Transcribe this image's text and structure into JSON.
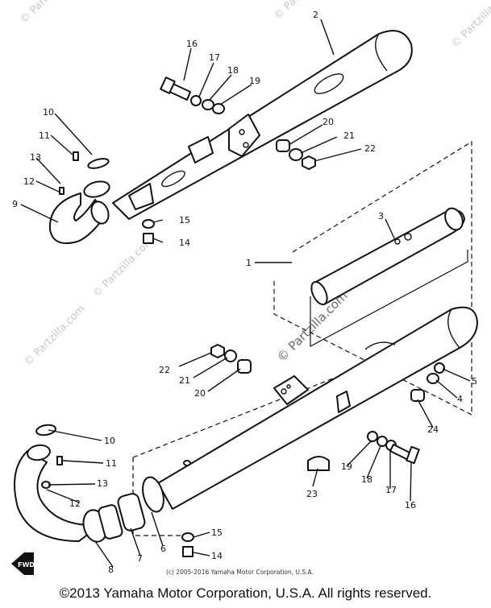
{
  "watermark": "© Partzilla.com",
  "small_copyright": "(c) 2005-2016 Yamaha Motor Corporation, U.S.A.",
  "footer_copyright": "©2013 Yamaha Motor Corporation, U.S.A. All rights reserved.",
  "front_marker": "FWD",
  "callouts": {
    "c1": "1",
    "c2": "2",
    "c3": "3",
    "c4": "4",
    "c5": "5",
    "c6": "6",
    "c7": "7",
    "c8": "8",
    "c9": "9",
    "c10a": "10",
    "c10b": "10",
    "c11a": "11",
    "c11b": "11",
    "c12a": "12",
    "c12b": "12",
    "c13a": "13",
    "c13b": "13",
    "c14a": "14",
    "c14b": "14",
    "c15a": "15",
    "c15b": "15",
    "c16a": "16",
    "c16b": "16",
    "c17a": "17",
    "c17b": "17",
    "c18a": "18",
    "c18b": "18",
    "c19a": "19",
    "c19b": "19",
    "c20a": "20",
    "c20b": "20",
    "c21a": "21",
    "c21b": "21",
    "c22a": "22",
    "c22b": "22",
    "c23": "23",
    "c24": "24"
  }
}
